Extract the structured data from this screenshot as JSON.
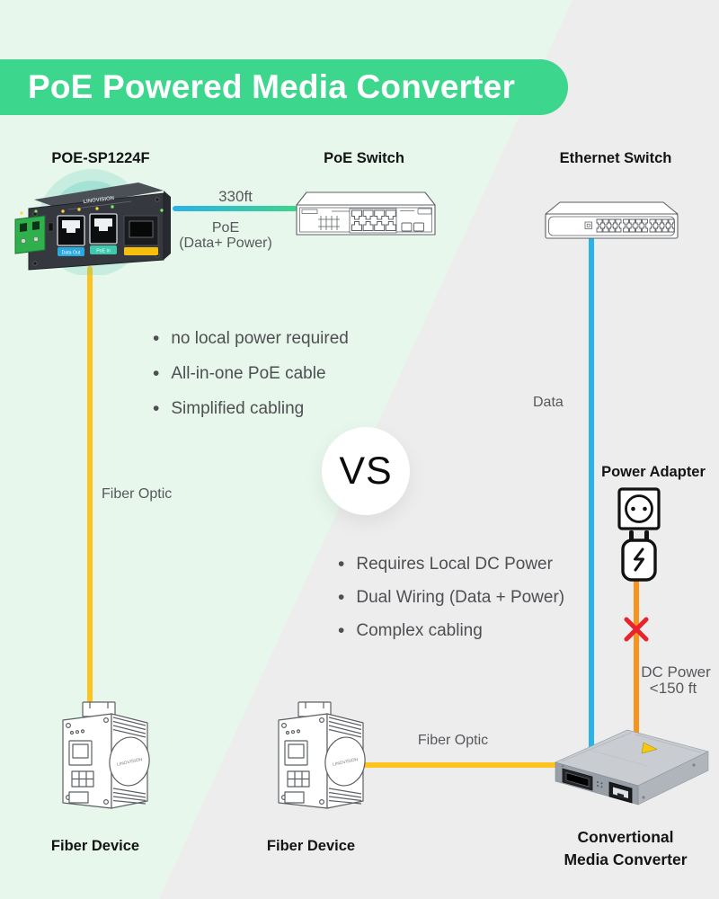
{
  "banner": {
    "title": "PoE Powered Media Converter"
  },
  "left_side": {
    "converter_label": "POE-SP1224F",
    "poe_switch_label": "PoE Switch",
    "cable": {
      "distance": "330ft",
      "line1": "PoE",
      "line2": "(Data+ Power)"
    },
    "benefits": [
      "no local power required",
      "All-in-one PoE cable",
      "Simplified cabling"
    ],
    "fiber_cable_label": "Fiber Optic",
    "fiber_device_label": "Fiber Device"
  },
  "vs_label": "VS",
  "right_side": {
    "ethernet_switch_label": "Ethernet Switch",
    "data_cable_label": "Data",
    "power_adapter_label": "Power Adapter",
    "dc_power": {
      "line1": "DC Power",
      "line2": "<150 ft"
    },
    "drawbacks": [
      "Requires Local DC Power",
      "Dual Wiring (Data + Power)",
      "Complex cabling"
    ],
    "fiber_cable_label": "Fiber Optic",
    "fiber_device_label": "Fiber Device",
    "converter_label": {
      "line1": "Convertional",
      "line2": "Media Converter"
    }
  },
  "device_details": {
    "brand": "LINOVISION",
    "port_labels": {
      "data_out": "Data Out",
      "poe_in": "PoE In"
    }
  },
  "colors": {
    "banner_green": "#3cd68d",
    "bg_green": "#e7f7ec",
    "bg_gray": "#ededee",
    "data_blue": "#29b3e8",
    "poe_green": "#3dd48c",
    "fiber_yellow": "#fdc41f",
    "power_orange": "#f8941d",
    "error_red": "#e8232b",
    "text_gray": "#56585b"
  }
}
